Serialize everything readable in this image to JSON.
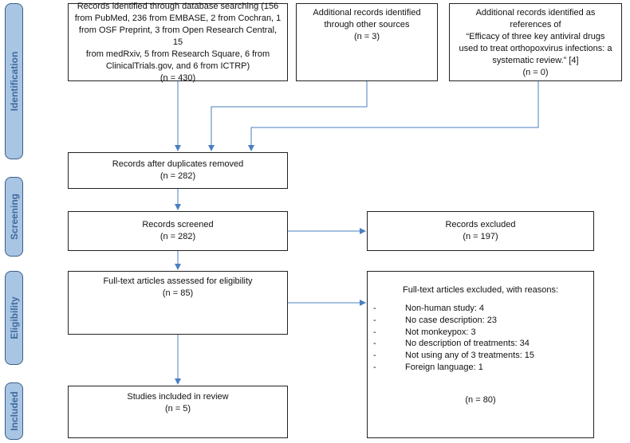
{
  "phases": {
    "identification": "Identification",
    "screening": "Screening",
    "eligibility": "Eligibility",
    "included": "Included"
  },
  "boxes": {
    "database_search": {
      "lines": [
        "Records identified through database searching (156",
        "from PubMed, 236 from EMBASE, 2 from Cochran, 1",
        "from OSF Preprint, 3 from Open Research Central, 15",
        "from medRxiv, 5 from Research Square, 6 from",
        "ClinicalTrials.gov, and 6 from ICTRP)"
      ],
      "count": "(n = 430)"
    },
    "other_sources": {
      "lines": [
        "Additional records identified",
        "through other sources"
      ],
      "count": "(n = 3)"
    },
    "references": {
      "lines": [
        "Additional records identified as references of",
        "“Efficacy of three key antiviral drugs",
        "used to treat orthopoxvirus infections: a",
        "systematic review.” [4]"
      ],
      "count": "(n = 0)"
    },
    "duplicates_removed": {
      "label": "Records after duplicates removed",
      "count": "(n = 282)"
    },
    "screened": {
      "label": "Records screened",
      "count": "(n = 282)"
    },
    "excluded": {
      "label": "Records excluded",
      "count": "(n = 197)"
    },
    "fulltext_assessed": {
      "label": "Full-text articles assessed for eligibility",
      "count": "(n = 85)"
    },
    "fulltext_excluded": {
      "label": "Full-text articles excluded, with reasons:",
      "reasons": [
        {
          "dash": "-",
          "text": "Non-human study: 4"
        },
        {
          "dash": "-",
          "text": "No case description: 23"
        },
        {
          "dash": "-",
          "text": "Not monkeypox: 3"
        },
        {
          "dash": "-",
          "text": "No description of treatments: 34"
        },
        {
          "dash": "-",
          "text": "Not using any of 3 treatments: 15"
        },
        {
          "dash": "-",
          "text": "Foreign language: 1"
        }
      ],
      "count": "(n = 80)"
    },
    "included_review": {
      "label": "Studies included in review",
      "count": "(n = 5)"
    }
  },
  "colors": {
    "phase_fill": "#a9c5e4",
    "phase_text": "#3d6a9e",
    "arrow": "#4a7fc1",
    "box_border": "#222222"
  }
}
